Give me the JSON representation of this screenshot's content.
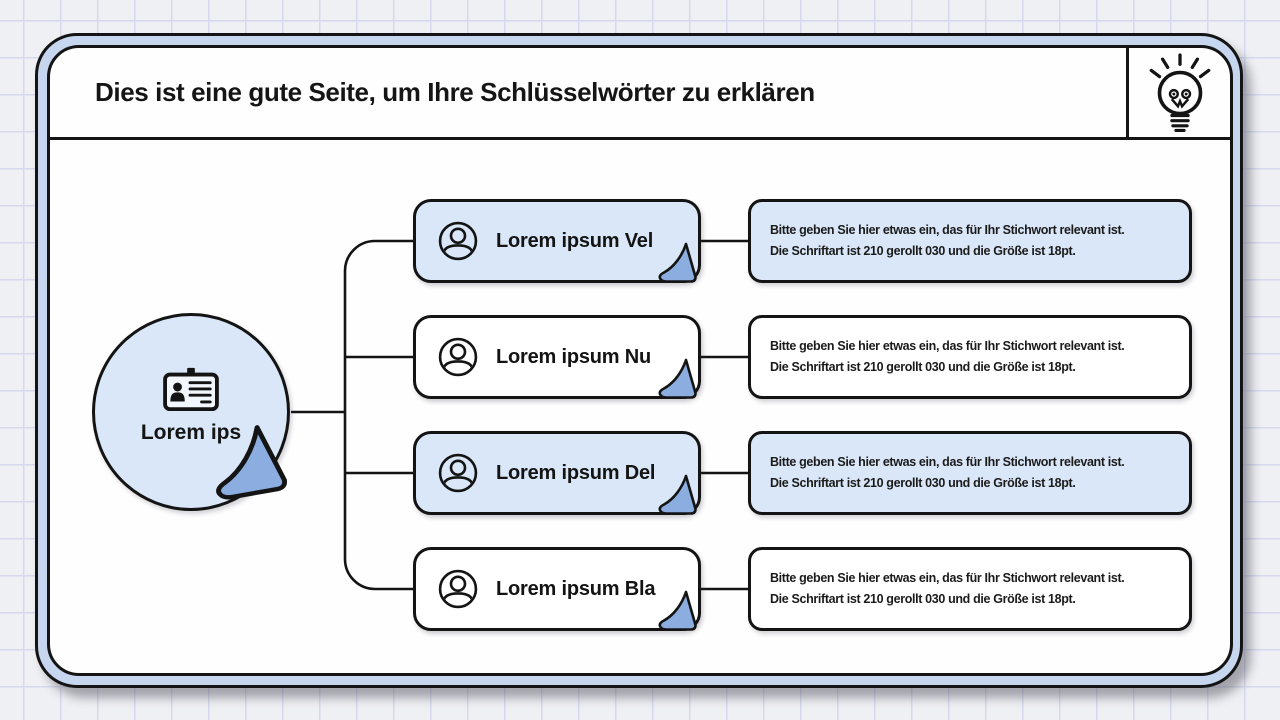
{
  "title": "Dies ist eine gute Seite, um Ihre Schlüsselwörter zu erklären",
  "header_icon": "lightbulb-icon",
  "root": {
    "label": "Lorem ips",
    "icon": "id-card-icon"
  },
  "rows": [
    {
      "label": "Lorem ipsum Vel",
      "icon": "person-icon",
      "highlighted": true,
      "desc": {
        "line1": "Bitte geben Sie hier etwas ein, das für Ihr Stichwort relevant ist.",
        "line2": "Die Schriftart ist 210 gerollt 030 und die Größe ist 18pt."
      }
    },
    {
      "label": "Lorem ipsum Nu",
      "icon": "person-icon",
      "highlighted": false,
      "desc": {
        "line1": "Bitte geben Sie hier etwas ein, das für Ihr Stichwort relevant ist.",
        "line2": "Die Schriftart ist 210 gerollt 030 und die Größe ist 18pt."
      }
    },
    {
      "label": "Lorem ipsum Del",
      "icon": "person-icon",
      "highlighted": true,
      "desc": {
        "line1": "Bitte geben Sie hier etwas ein, das für Ihr Stichwort relevant ist.",
        "line2": "Die Schriftart ist 210 gerollt 030 und die Größe ist 18pt."
      }
    },
    {
      "label": "Lorem ipsum Bla",
      "icon": "person-icon",
      "highlighted": false,
      "desc": {
        "line1": "Bitte geben Sie hier etwas ein, das für Ihr Stichwort relevant ist.",
        "line2": "Die Schriftart ist 210 gerollt 030 und die Größe ist 18pt."
      }
    }
  ],
  "colors": {
    "fill_light_blue": "#d9e7f8",
    "fold_blue": "#8cade0",
    "frame_band_blue": "#c6d6ef",
    "outline_black": "#141414",
    "background": "#eff0f3",
    "grid_line": "#d5d8ef",
    "card_white": "#ffffff"
  }
}
